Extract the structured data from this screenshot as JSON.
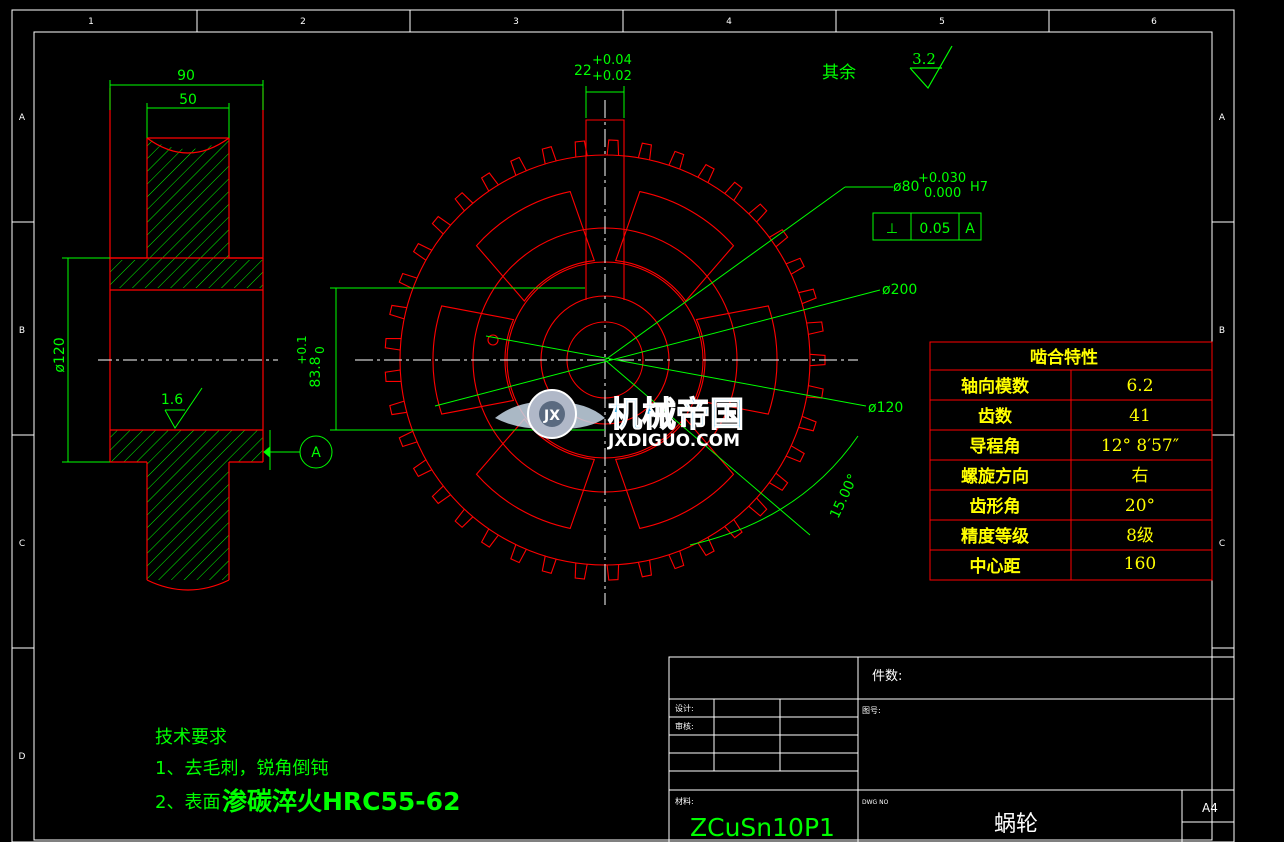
{
  "frame": {
    "columns": [
      "1",
      "2",
      "3",
      "4",
      "5",
      "6"
    ],
    "rows": [
      "A",
      "B",
      "C",
      "D"
    ]
  },
  "dims": {
    "outer_width": "90",
    "inner_width": "50",
    "hub_dia": "ø120",
    "roughness_local": "1.6",
    "datum": "A",
    "key_width": "22",
    "key_tol_upper": "+0.04",
    "key_tol_lower": "+0.02",
    "bore_dia": "ø80",
    "bore_tol_upper": "+0.030",
    "bore_tol_lower": "0.000",
    "bore_fit": "H7",
    "perp_symbol": "⊥",
    "perp_value": "0.05",
    "perp_datum": "A",
    "dia_200": "ø200",
    "dia_120": "ø120",
    "keyway_depth": "83.8",
    "keyway_tol_upper": "+0.1",
    "keyway_tol_lower": "0",
    "angle": "15.00°"
  },
  "roughness": {
    "label": "其余",
    "value": "3.2"
  },
  "mesh_table": {
    "title": "啮合特性",
    "rows": [
      {
        "k": "轴向模数",
        "v": "6.2"
      },
      {
        "k": "齿数",
        "v": "41"
      },
      {
        "k": "导程角",
        "v": "12° 8′57″"
      },
      {
        "k": "螺旋方向",
        "v": "右"
      },
      {
        "k": "齿形角",
        "v": "20°"
      },
      {
        "k": "精度等级",
        "v": "8级"
      },
      {
        "k": "中心距",
        "v": "160"
      }
    ]
  },
  "tech": {
    "title": "技术要求",
    "line1": "1、去毛刺，锐角倒钝",
    "line2_prefix": "2、表面",
    "line2_bold": "渗碳淬火HRC55-62"
  },
  "title_block": {
    "qty_label": "件数:",
    "design_label": "设计:",
    "review_label": "审核:",
    "drawing_label": "图号:",
    "material_label": "材料:",
    "material": "ZCuSn10P1",
    "dwg_no_label": "DWG NO",
    "part_name": "蜗轮",
    "sheet": "A4"
  },
  "watermark": {
    "cn": "机械帝国",
    "url": "JXDIGUO.COM",
    "badge": "JX"
  },
  "colors": {
    "background": "#000000",
    "frame": "#ffffff",
    "outline": "#ff0000",
    "dimension": "#00ff00",
    "table_text": "#ffff00",
    "table_line": "#ff0000"
  }
}
